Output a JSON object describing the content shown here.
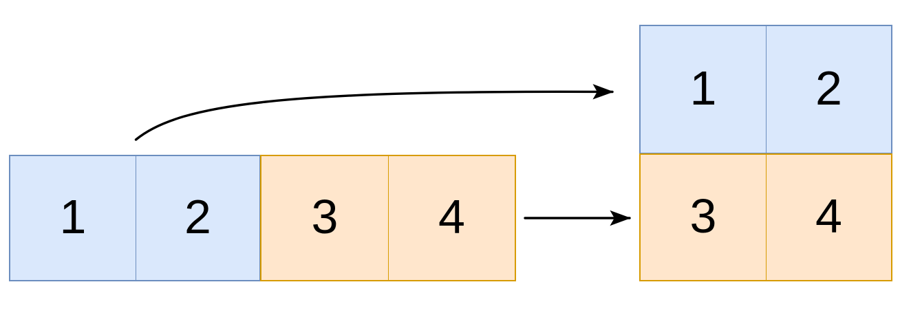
{
  "diagram": {
    "type": "array-reshape",
    "description": "A flat 1x4 array of numbered cells transformed into a 2x2 grid",
    "background_color": "#ffffff"
  },
  "palette": {
    "blue_fill": "#dae8fc",
    "blue_stroke": "#6c8ebf",
    "orange_fill": "#ffe6cc",
    "orange_stroke": "#d79b00",
    "arrow_color": "#000000",
    "text_color": "#000000"
  },
  "source_array": {
    "name": "flat-array",
    "cells": [
      {
        "label": "1",
        "group": "blue"
      },
      {
        "label": "2",
        "group": "blue"
      },
      {
        "label": "3",
        "group": "orange"
      },
      {
        "label": "4",
        "group": "orange"
      }
    ]
  },
  "target_grid": {
    "name": "reshaped-grid",
    "rows": [
      {
        "group": "blue",
        "cells": [
          {
            "label": "1"
          },
          {
            "label": "2"
          }
        ]
      },
      {
        "group": "orange",
        "cells": [
          {
            "label": "3"
          },
          {
            "label": "4"
          }
        ]
      }
    ]
  },
  "arrows": [
    {
      "name": "curved-arrow-top-row",
      "style": "curved",
      "from": "flat-array-cell-2-left-edge",
      "to": "grid-row-1"
    },
    {
      "name": "straight-arrow-bottom-row",
      "style": "straight",
      "from": "flat-array-right-edge",
      "to": "grid-row-2"
    }
  ]
}
